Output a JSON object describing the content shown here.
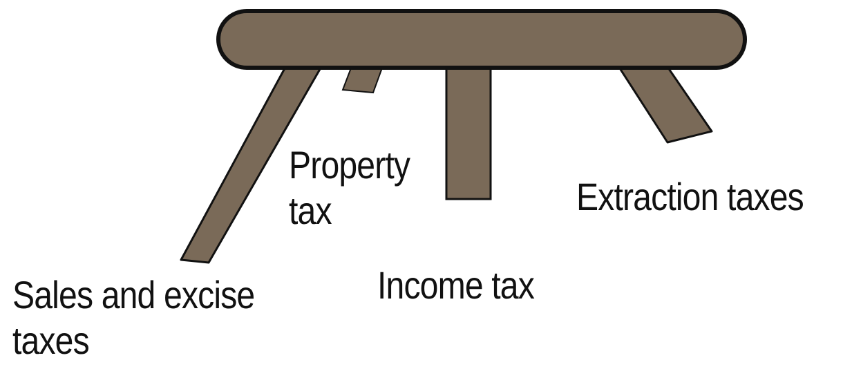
{
  "diagram": {
    "colors": {
      "wood": "#7a6a58",
      "outline": "#111111",
      "background": "#ffffff",
      "text": "#111111"
    },
    "labels": {
      "property_line1": "Property",
      "property_line2": "tax",
      "extraction": "Extraction taxes",
      "income": "Income tax",
      "sales_line1": "Sales and excise",
      "sales_line2": "taxes"
    }
  }
}
